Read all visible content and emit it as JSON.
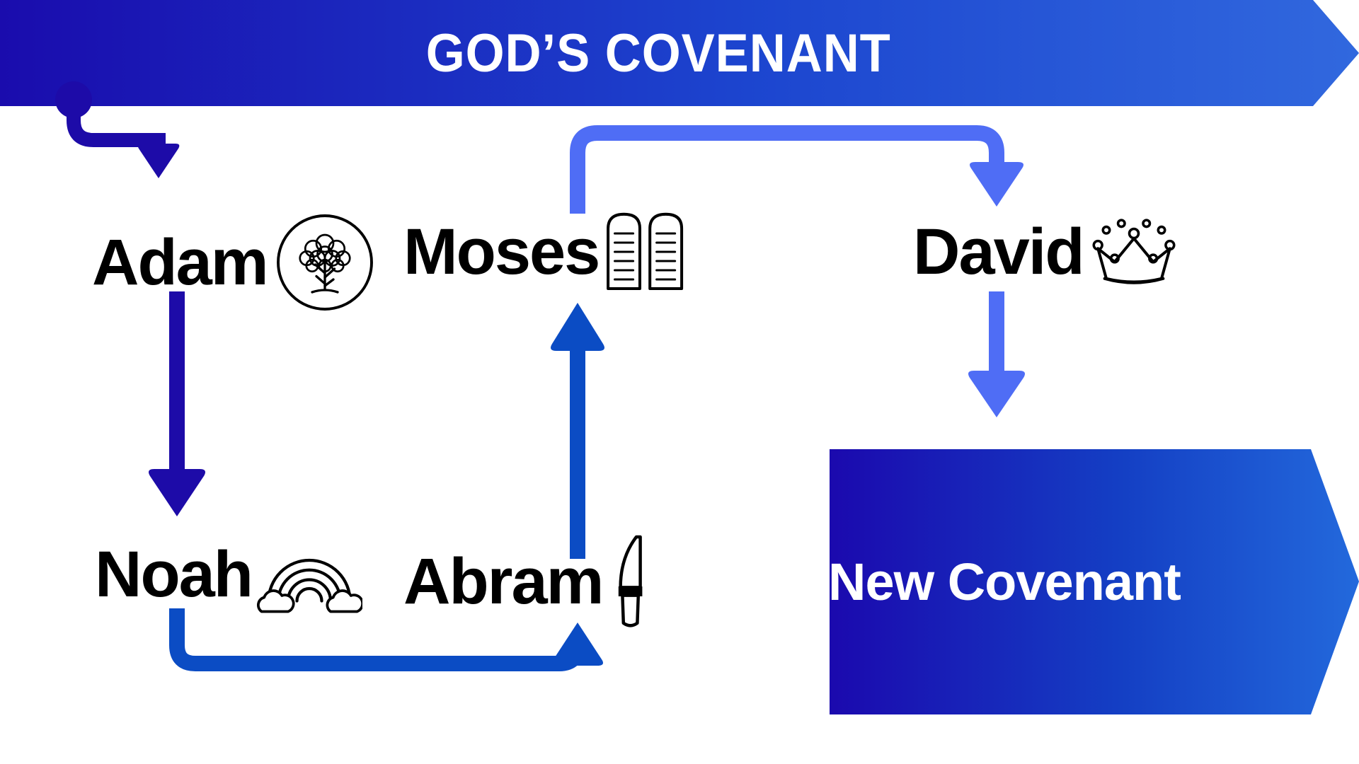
{
  "header": {
    "title": "GOD’S COVENANT",
    "gradient_from": "#1A0CAD",
    "gradient_to": "#2E63DC"
  },
  "nodes": [
    {
      "id": "adam",
      "label": "Adam",
      "icon": "tree-in-circle-icon"
    },
    {
      "id": "noah",
      "label": "Noah",
      "icon": "rainbow-icon"
    },
    {
      "id": "abram",
      "label": "Abram",
      "icon": "knife-icon"
    },
    {
      "id": "moses",
      "label": "Moses",
      "icon": "stone-tablets-icon"
    },
    {
      "id": "david",
      "label": "David",
      "icon": "crown-icon"
    }
  ],
  "result_box": {
    "label": "New Covenant",
    "gradient_from": "#1B09AE",
    "gradient_to": "#1E63D8"
  },
  "connectors": [
    {
      "id": "start-to-adam",
      "from": "start-dot",
      "to": "adam",
      "color": "#1D0BA8"
    },
    {
      "id": "adam-to-noah",
      "from": "adam",
      "to": "noah",
      "color": "#1D0BA8"
    },
    {
      "id": "noah-to-abram",
      "from": "noah",
      "to": "abram",
      "color": "#0B4CC4"
    },
    {
      "id": "abram-to-moses",
      "from": "abram",
      "to": "moses",
      "color": "#0B4CC4"
    },
    {
      "id": "moses-to-david",
      "from": "moses",
      "to": "david",
      "color": "#4F6DF5"
    },
    {
      "id": "david-to-new-covenant",
      "from": "david",
      "to": "new-covenant",
      "color": "#4F6DF5"
    }
  ],
  "palette": {
    "navy": "#1D0BA8",
    "mid_blue": "#0B4CC4",
    "light_blue": "#4F6DF5",
    "black": "#000000",
    "white": "#FFFFFF"
  }
}
